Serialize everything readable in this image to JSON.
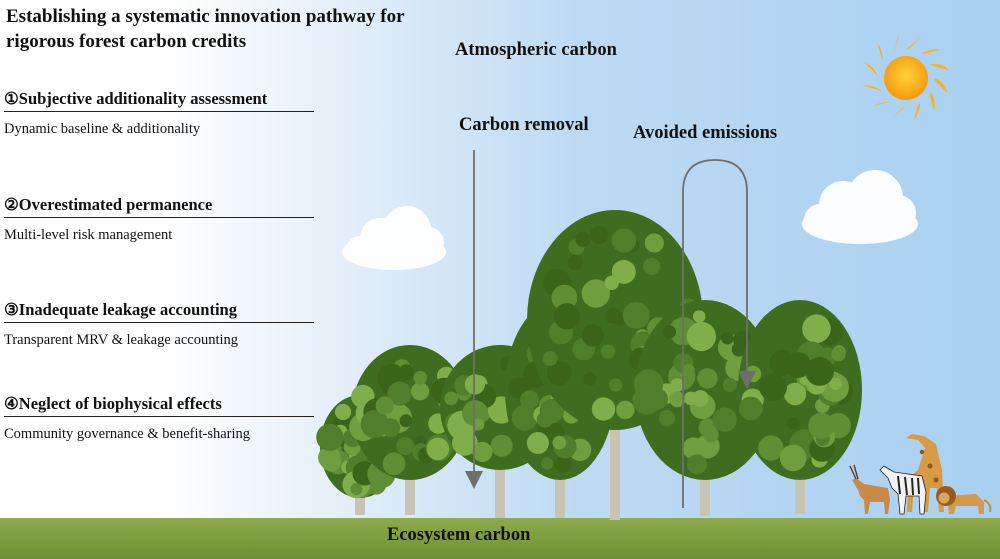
{
  "title": "Establishing a systematic innovation pathway for rigorous forest carbon credits",
  "issues": [
    {
      "heading": "①Subjective additionality assessment",
      "solution": "Dynamic baseline & additionality"
    },
    {
      "heading": "②Overestimated permanence",
      "solution": "Multi-level risk management"
    },
    {
      "heading": "③Inadequate leakage accounting",
      "solution": "Transparent MRV & leakage accounting"
    },
    {
      "heading": "④Neglect of biophysical effects",
      "solution": "Community governance & benefit-sharing"
    }
  ],
  "labels": {
    "atmospheric": "Atmospheric carbon",
    "removal": "Carbon removal",
    "avoided": "Avoided emissions",
    "ecosystem": "Ecosystem carbon"
  },
  "icons": [
    "sun-icon",
    "cloud-icon",
    "tree-icon",
    "antelope-icon",
    "zebra-icon",
    "giraffe-icon",
    "lion-icon"
  ],
  "colors": {
    "sky": "#a9d0f1",
    "ground": "#7d9c3e",
    "foliage_dark": "#3e6b1f",
    "foliage_light": "#6a9a3a",
    "sun": "#f7b21a",
    "arrow": "#6e6e6e"
  }
}
